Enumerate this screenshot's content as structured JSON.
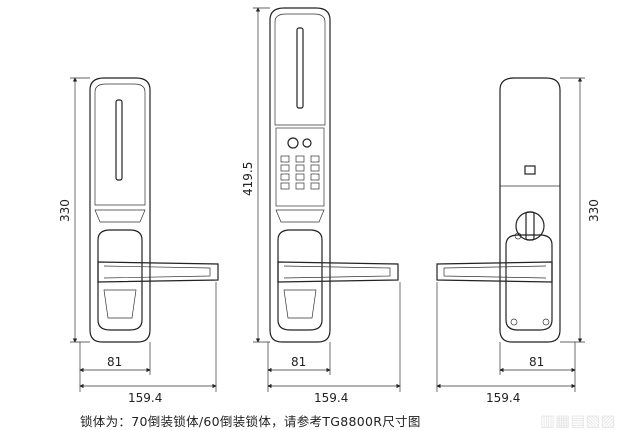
{
  "views": [
    {
      "name": "front-left",
      "height_label": "330",
      "width_inner_label": "81",
      "width_total_label": "159.4"
    },
    {
      "name": "front-center",
      "height_label": "419.5",
      "width_inner_label": "81",
      "width_total_label": "159.4"
    },
    {
      "name": "back-right",
      "height_label": "330",
      "width_inner_label": "81",
      "width_total_label": "159.4"
    }
  ],
  "caption": "锁体为：70倒装锁体/60倒装锁体，请参考TG8800R尺寸图",
  "watermark": "智家门锁网"
}
